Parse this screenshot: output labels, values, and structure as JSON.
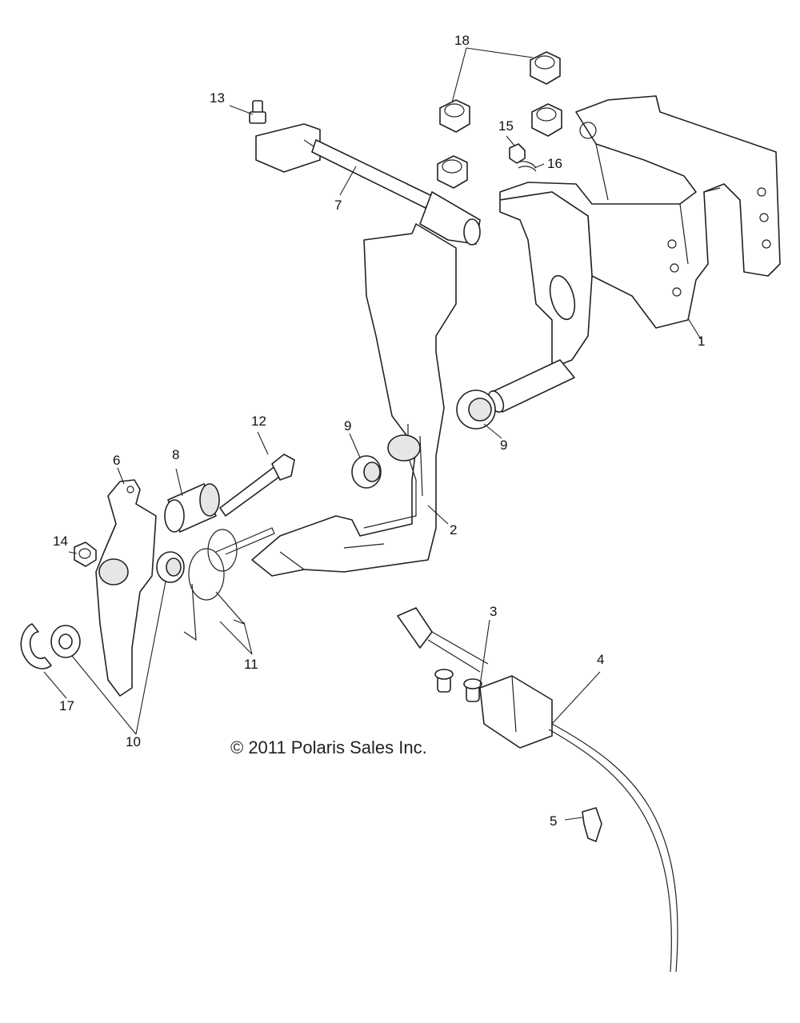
{
  "copyright": "© 2011 Polaris Sales Inc.",
  "callouts": {
    "c1": "1",
    "c2": "2",
    "c3": "3",
    "c4": "4",
    "c5": "5",
    "c6": "6",
    "c7": "7",
    "c8": "8",
    "c9a": "9",
    "c9b": "9",
    "c10": "10",
    "c11": "11",
    "c12": "12",
    "c13": "13",
    "c14": "14",
    "c15": "15",
    "c16": "16",
    "c17": "17",
    "c18": "18"
  }
}
